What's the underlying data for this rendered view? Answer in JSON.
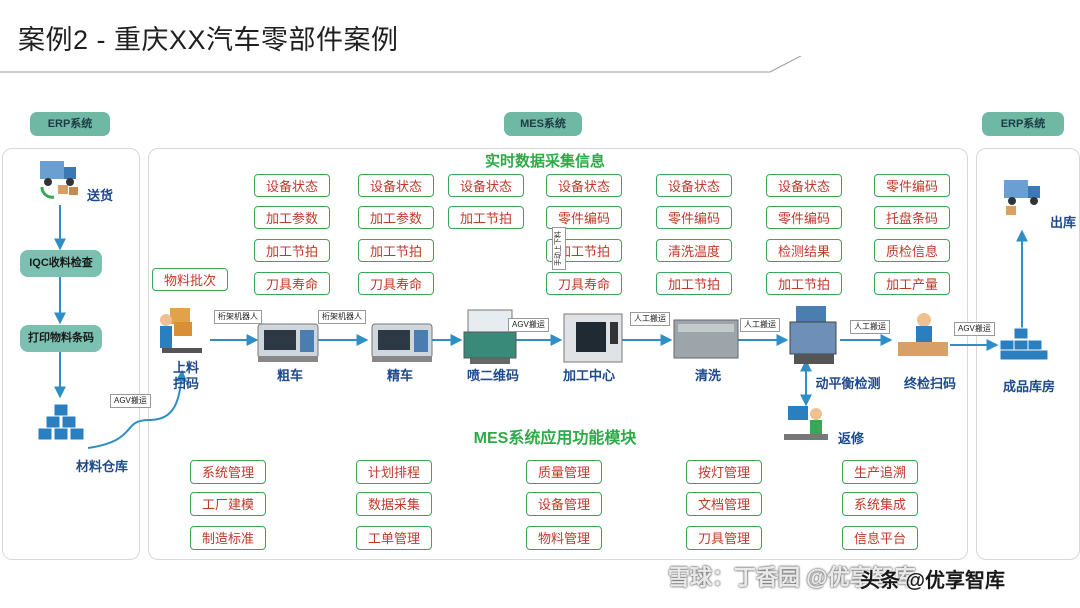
{
  "title": "案例2 -  重庆XX汽车零部件案例",
  "systems": {
    "erp_left": "ERP系统",
    "mes": "MES系统",
    "erp_right": "ERP系统"
  },
  "erp_left": {
    "delivery": "送货",
    "iqc": "IQC收料检查",
    "print_label": "打印物料条码",
    "warehouse": "材料仓库",
    "agv": "AGV搬运"
  },
  "realtime": {
    "heading": "实时数据采集信息",
    "columns": [
      [
        "设备状态",
        "加工参数",
        "加工节拍",
        "刀具寿命"
      ],
      [
        "设备状态",
        "加工参数",
        "加工节拍",
        "刀具寿命"
      ],
      [
        "设备状态",
        "加工节拍"
      ],
      [
        "设备状态",
        "零件编码",
        "加工节拍",
        "刀具寿命"
      ],
      [
        "设备状态",
        "零件编码",
        "清洗温度",
        "加工节拍"
      ],
      [
        "设备状态",
        "零件编码",
        "检测结果",
        "加工节拍"
      ],
      [
        "零件编码",
        "托盘条码",
        "质检信息",
        "加工产量"
      ]
    ],
    "batch": "物料批次",
    "vertical_tag": "手动上下料"
  },
  "flow": {
    "stages": [
      "上料\n扫码",
      "粗车",
      "精车",
      "喷二维码",
      "加工中心",
      "清洗",
      "动平衡检测",
      "终检扫码"
    ],
    "transports": [
      "桁架机器人",
      "桁架机器人",
      "AGV搬运",
      "人工搬运",
      "人工搬运",
      "人工搬运",
      "AGV搬运"
    ],
    "repair": "返修"
  },
  "modules": {
    "heading": "MES系统应用功能模块",
    "columns": [
      [
        "系统管理",
        "工厂建模",
        "制造标准"
      ],
      [
        "计划排程",
        "数据采集",
        "工单管理"
      ],
      [
        "质量管理",
        "设备管理",
        "物料管理"
      ],
      [
        "按灯管理",
        "文档管理",
        "刀具管理"
      ],
      [
        "生产追溯",
        "系统集成",
        "信息平台"
      ]
    ]
  },
  "erp_right": {
    "outbound": "出库",
    "finished": "成品库房"
  },
  "watermark": "雪球：丁香园 @优享智库",
  "watermark_overlay": "头条 @优享智库",
  "colors": {
    "accent_green": "#3aa657",
    "text_red": "#c0392b",
    "stage_blue": "#1e4a8c",
    "arrow": "#2f8fc4",
    "tag_teal": "#6fb8a4"
  }
}
